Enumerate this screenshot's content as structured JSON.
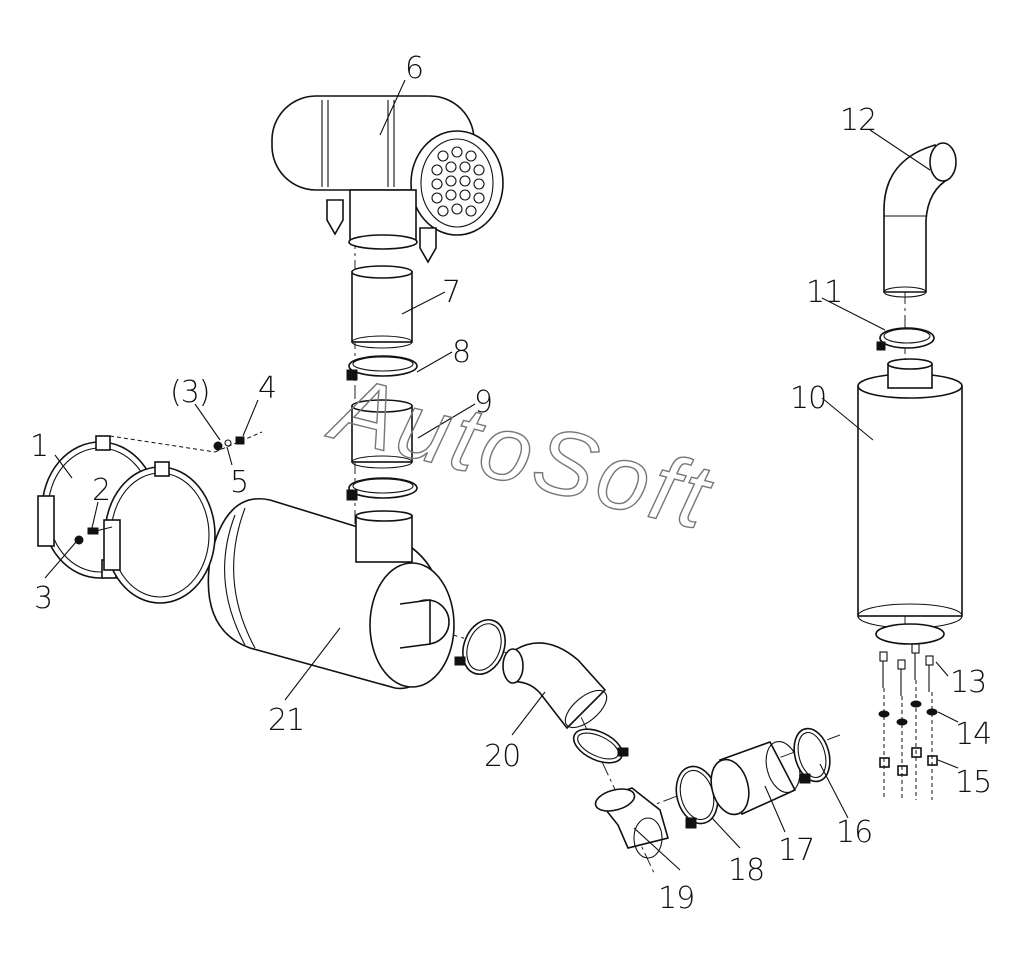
{
  "watermark": "AutoSoft",
  "callouts": [
    {
      "id": "c1",
      "label": "1"
    },
    {
      "id": "c2",
      "label": "2"
    },
    {
      "id": "c3",
      "label": "3"
    },
    {
      "id": "c3b",
      "label": "(3)"
    },
    {
      "id": "c4",
      "label": "4"
    },
    {
      "id": "c5",
      "label": "5"
    },
    {
      "id": "c6",
      "label": "6"
    },
    {
      "id": "c7",
      "label": "7"
    },
    {
      "id": "c8",
      "label": "8"
    },
    {
      "id": "c9",
      "label": "9"
    },
    {
      "id": "c10",
      "label": "10"
    },
    {
      "id": "c11",
      "label": "11"
    },
    {
      "id": "c12",
      "label": "12"
    },
    {
      "id": "c13",
      "label": "13"
    },
    {
      "id": "c14",
      "label": "14"
    },
    {
      "id": "c15",
      "label": "15"
    },
    {
      "id": "c16",
      "label": "16"
    },
    {
      "id": "c17",
      "label": "17"
    },
    {
      "id": "c18",
      "label": "18"
    },
    {
      "id": "c19",
      "label": "19"
    },
    {
      "id": "c20",
      "label": "20"
    },
    {
      "id": "c21",
      "label": "21"
    }
  ]
}
